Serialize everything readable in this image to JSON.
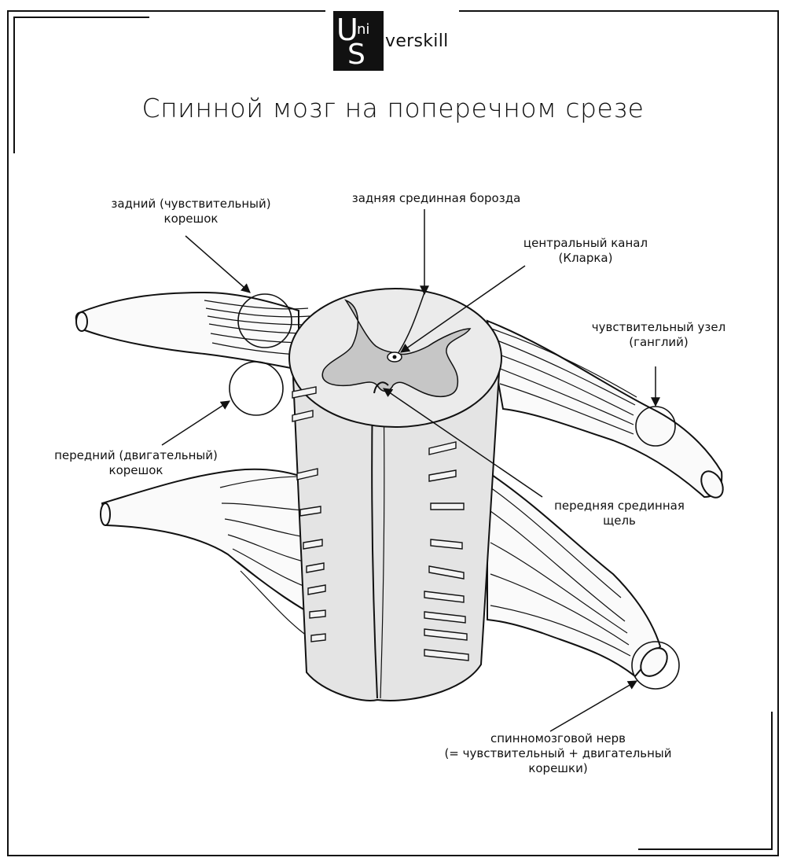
{
  "logo": {
    "mark_u": "U",
    "mark_ni": "ni",
    "mark_s": "S",
    "text": "verskill"
  },
  "title": "Спинной мозг на поперечном срезе",
  "labels": {
    "dorsal_root": [
      "задний (чувствительный)",
      "корешок"
    ],
    "posterior_sulcus": [
      "задняя срединная борозда"
    ],
    "central_canal": [
      "центральный канал",
      "(Кларка)"
    ],
    "ganglion": [
      "чувствительный узел",
      "(ганглий)"
    ],
    "ventral_root": [
      "передний (двигательный)",
      "корешок"
    ],
    "anterior_fissure": [
      "передняя срединная",
      "щель"
    ],
    "spinal_nerve": [
      "спинномозговой нерв",
      "(= чувствительный + двигательный",
      "корешки)"
    ]
  },
  "colors": {
    "line": "#111111",
    "white_matter": "#e8e8e8",
    "grey_matter": "#c6c6c6",
    "cord_side": "#e2e2e2",
    "nerve": "#fafafa"
  }
}
